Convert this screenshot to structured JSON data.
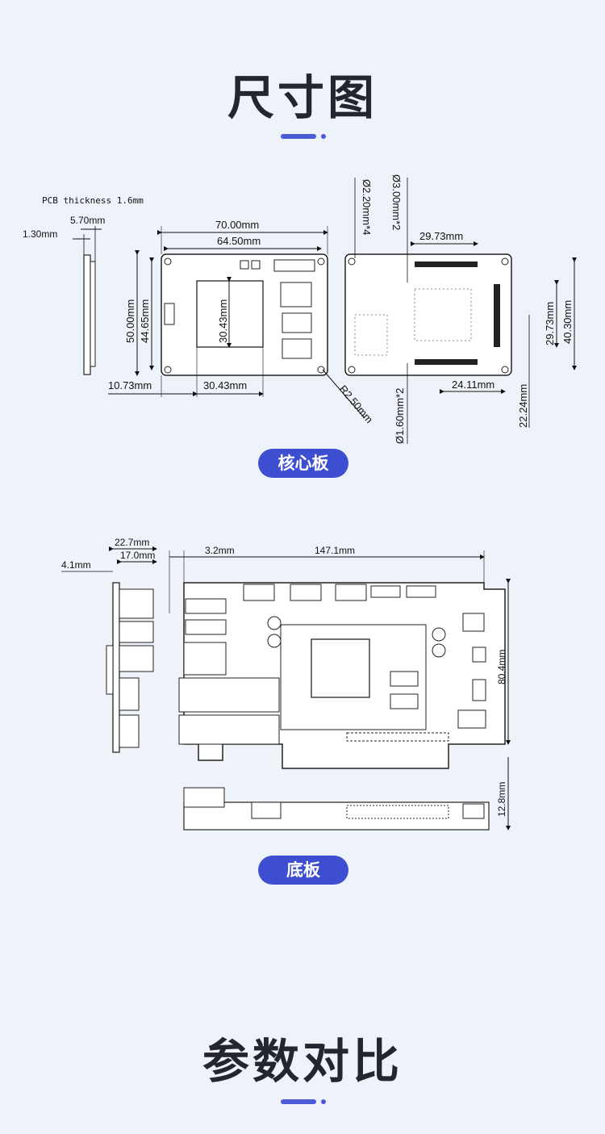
{
  "section_title_1": "尺寸图",
  "section_title_2": "参数对比",
  "core_board": {
    "label": "核心板",
    "pcb_note": "PCB thickness 1.6mm",
    "dims": {
      "side_total": "5.70mm",
      "side_edge": "1.30mm",
      "width_total": "70.00mm",
      "hole_spacing_x": "64.50mm",
      "height_total": "50.00mm",
      "hole_spacing_y": "44.65mm",
      "chip_size_v": "30.43mm",
      "chip_offset_x": "10.73mm",
      "chip_size_h": "30.43mm",
      "corner_radius": "R2.50mm",
      "hole_diameter": "Ø2.20mm*4",
      "connector_hole_diameter": "Ø3.00mm*2",
      "connector_width": "29.73mm",
      "connector_height": "29.73mm",
      "board_height": "40.30mm",
      "connector_offset_x": "24.11mm",
      "connector_offset_y": "22.24mm",
      "small_hole_diameter": "Ø1.60mm*2"
    }
  },
  "base_board": {
    "label": "底板",
    "dims": {
      "side_total": "22.7mm",
      "side_inner": "17.0mm",
      "side_edge": "4.1mm",
      "edge_offset": "3.2mm",
      "width_total": "147.1mm",
      "height_total": "80.4mm",
      "thickness": "12.8mm"
    }
  }
}
